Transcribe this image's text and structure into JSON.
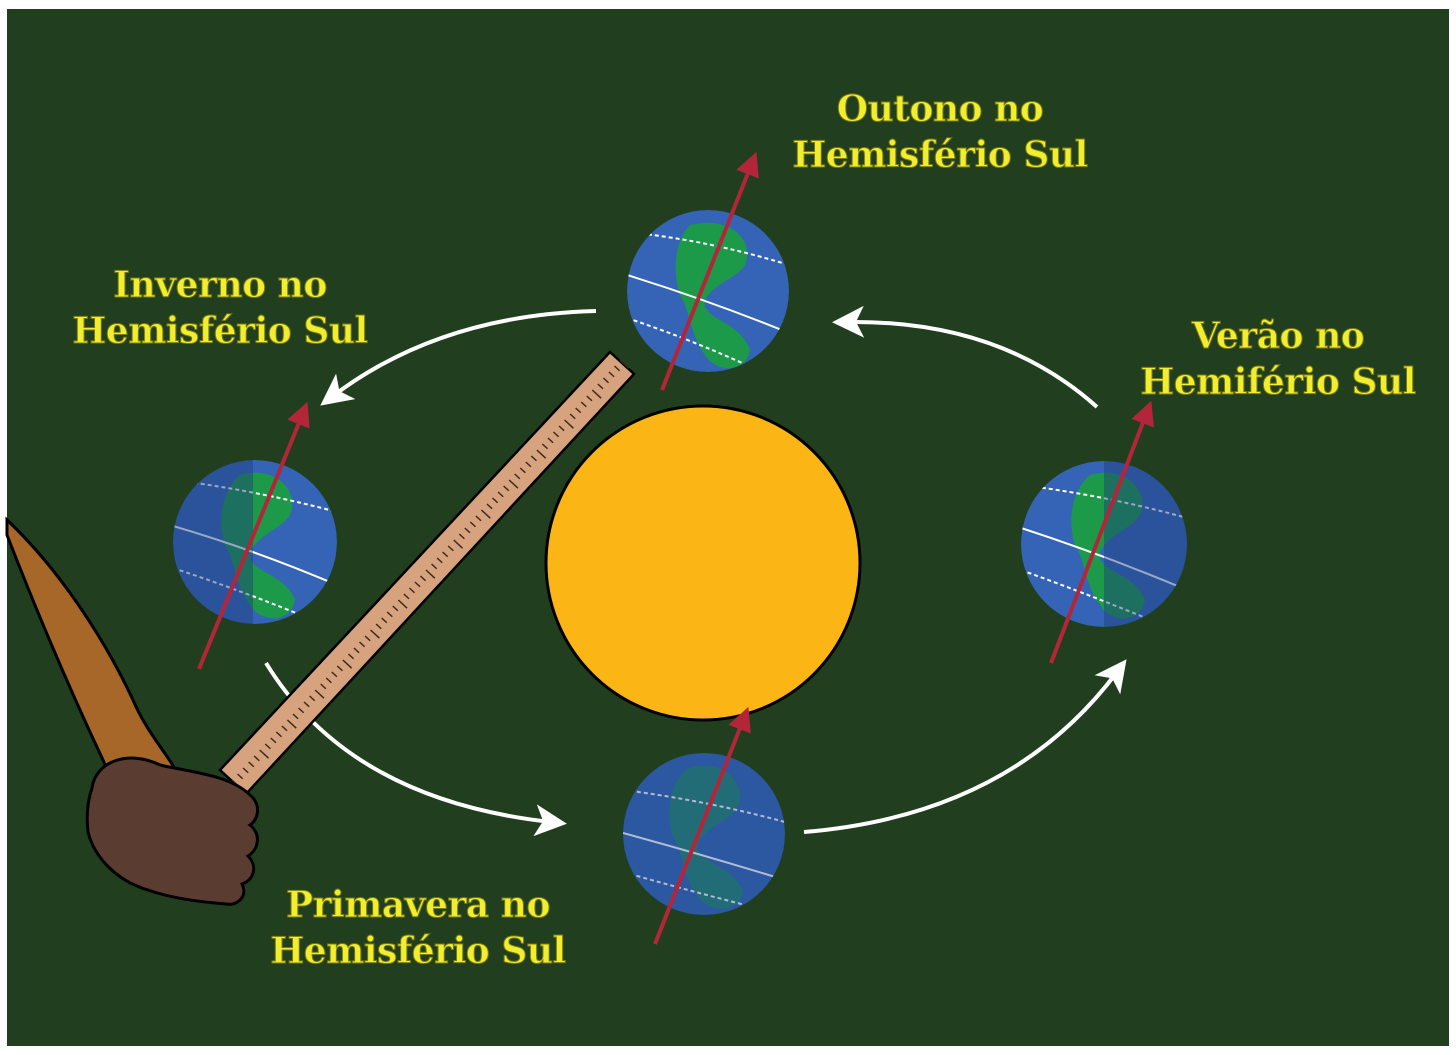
{
  "labels": {
    "autumn": {
      "line1": "Outono no",
      "line2": "Hemisfério Sul"
    },
    "winter": {
      "line1": "Inverno no",
      "line2": "Hemisfério Sul"
    },
    "summer": {
      "line1": "Verão no",
      "line2": "Hemifério Sul"
    },
    "spring": {
      "line1": "Primavera no",
      "line2": "Hemisfério Sul"
    }
  },
  "colors": {
    "board": "#213f1e",
    "label_text": "#f0ee2e",
    "sun": "#fbb616",
    "ocean": "#3564b6",
    "land": "#1c9a4a",
    "axis": "#b3263a",
    "orbit_arrow": "#ffffff",
    "ruler": "#d7a37e",
    "arm": "#a76729",
    "hand": "#5a3c31"
  },
  "icons": {
    "sun": "sun-circle",
    "earth": "earth-globe-icon",
    "ruler": "ruler-icon",
    "hand": "hand-icon"
  }
}
